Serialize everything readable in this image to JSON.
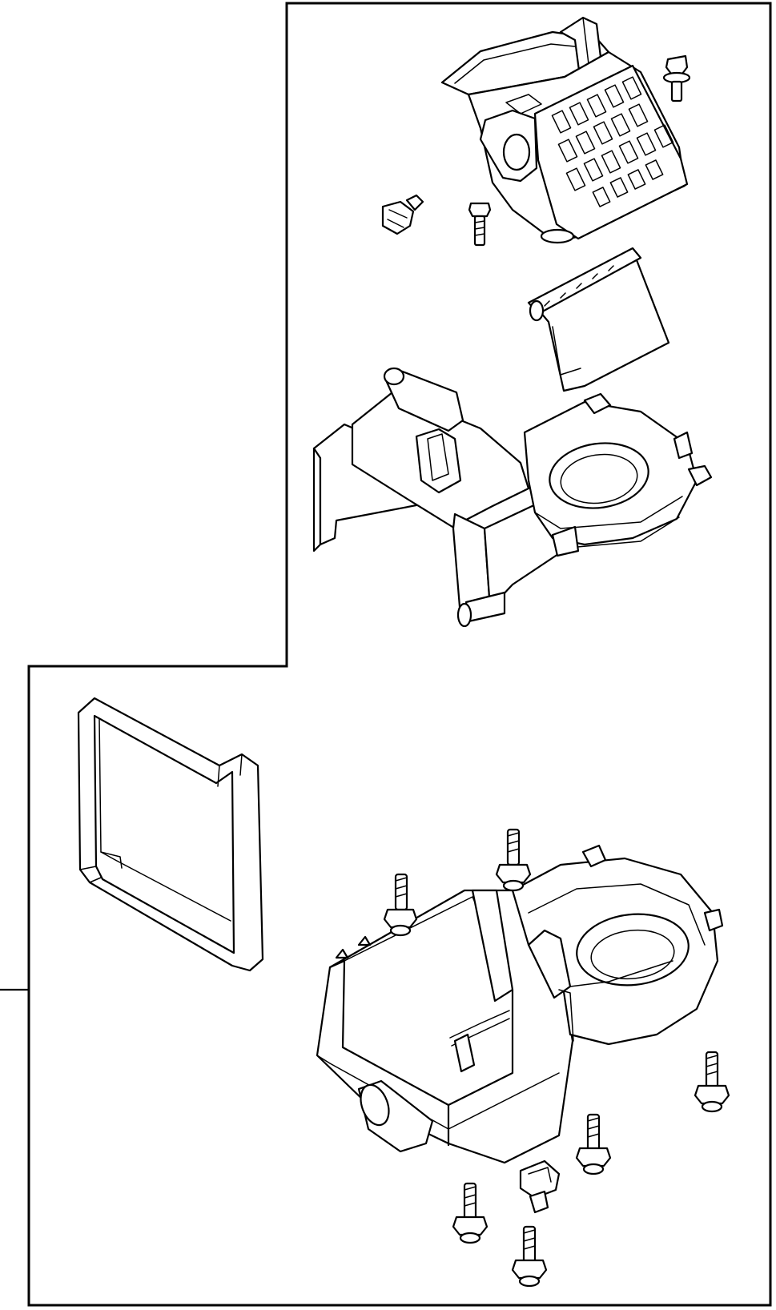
{
  "diagram": {
    "style": "black line-art exploded parts diagram",
    "colors": {
      "line": "#000000",
      "background": "#ffffff"
    },
    "parts": [
      "upper-case-assembly",
      "clip-upper",
      "screw-upper-mid",
      "screw-upper-right",
      "air-filter",
      "intake-case",
      "evaporator-seal",
      "lower-blower-case",
      "lower-screw-1",
      "lower-screw-2",
      "lower-screw-3",
      "lower-screw-4",
      "lower-screw-5",
      "lower-screw-6",
      "lower-clip"
    ]
  }
}
